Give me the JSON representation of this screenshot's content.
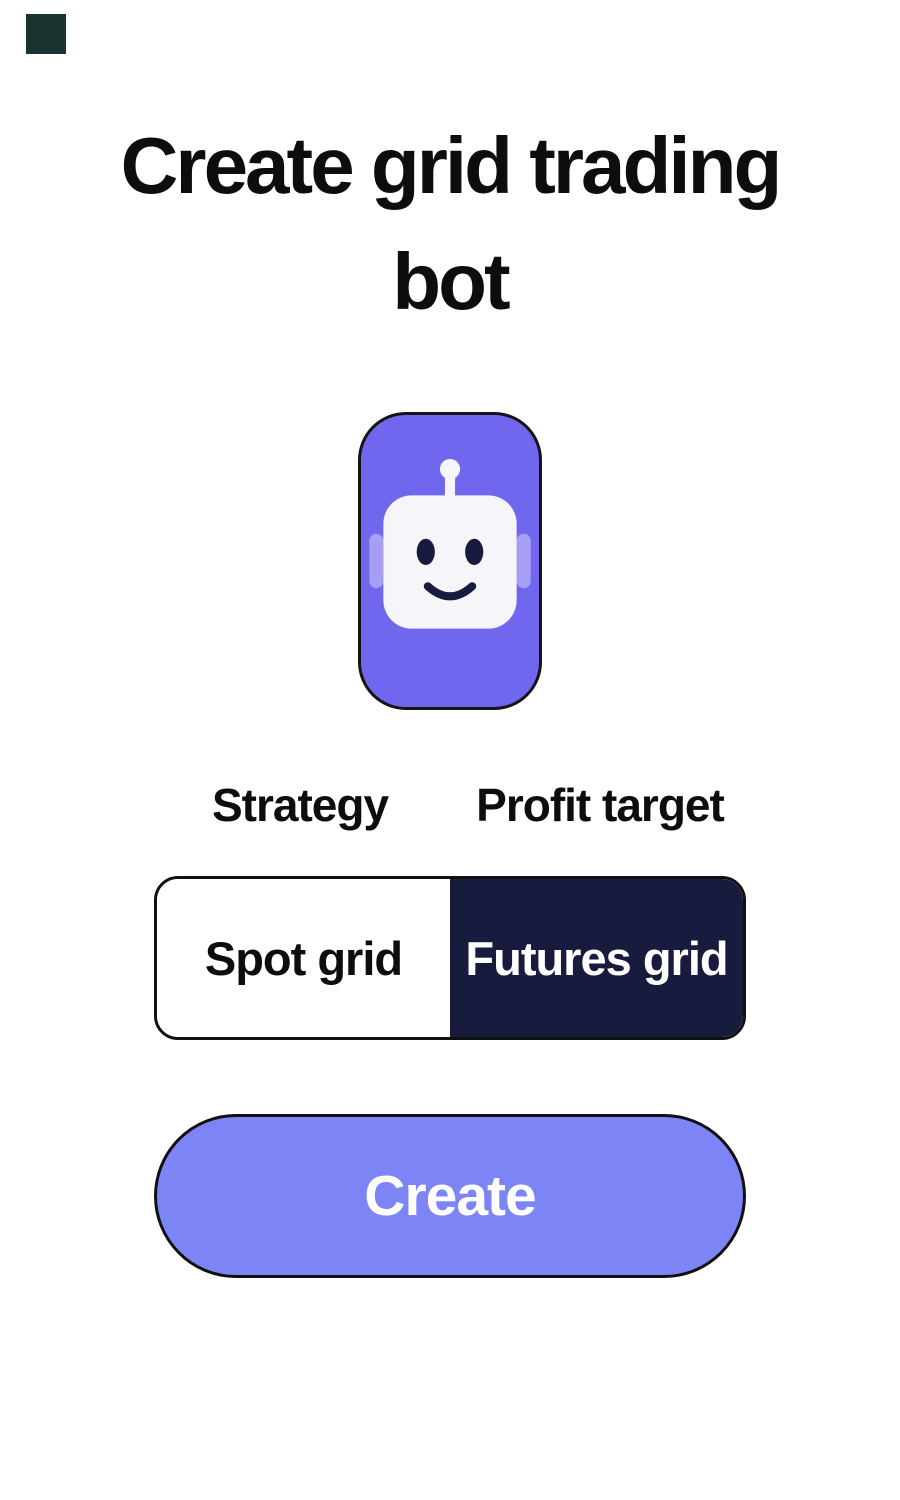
{
  "page": {
    "title_line1": "Create grid trading",
    "title_line2": "bot"
  },
  "labels": {
    "strategy": "Strategy",
    "profit_target": "Profit target"
  },
  "segmented_control": {
    "options": [
      {
        "label": "Spot grid",
        "selected": false
      },
      {
        "label": "Futures grid",
        "selected": true
      }
    ]
  },
  "actions": {
    "create_label": "Create"
  },
  "icons": {
    "robot": "robot-icon"
  },
  "colors": {
    "accent": "#7166ee",
    "accent-light": "#a79ff6",
    "button": "#7d84f6",
    "dark": "#171c3e",
    "ink": "#0d0d0d",
    "face": "#f6f6fa",
    "corner": "#1a3331"
  }
}
